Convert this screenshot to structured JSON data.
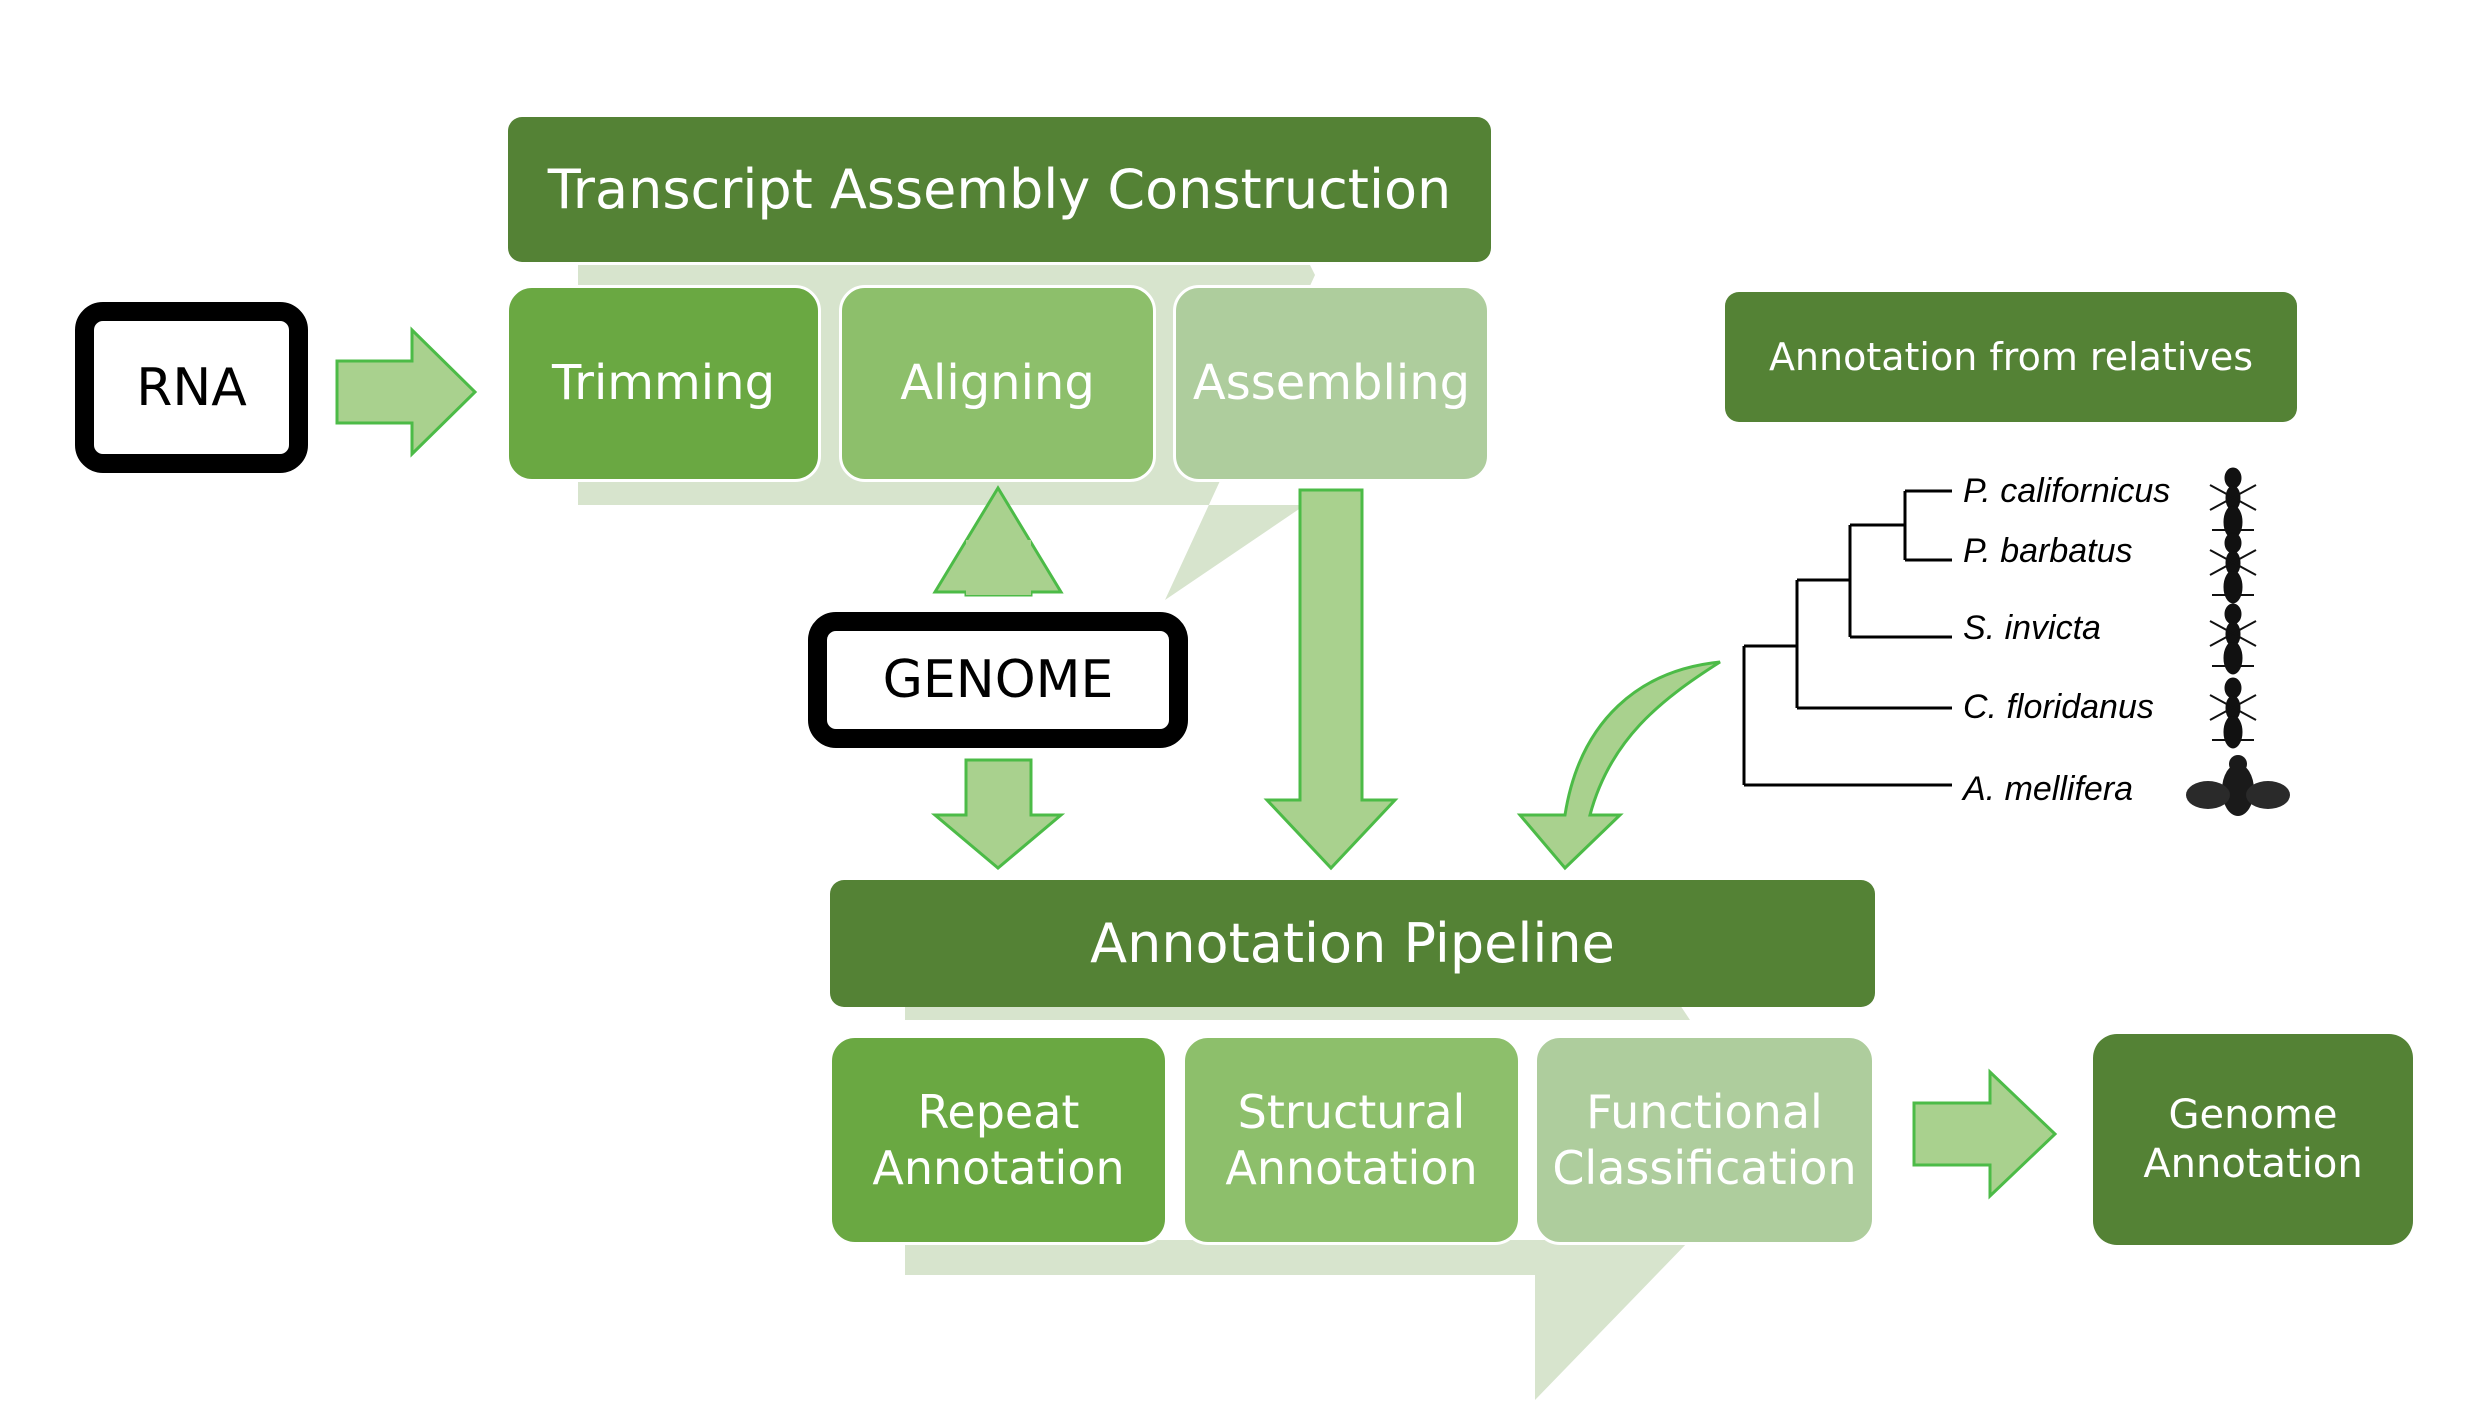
{
  "inputs": {
    "rna": "RNA",
    "genome": "GENOME"
  },
  "transcript_assembly": {
    "title": "Transcript Assembly Construction",
    "steps": [
      "Trimming",
      "Aligning",
      "Assembling"
    ]
  },
  "relatives": {
    "title": "Annotation from relatives",
    "species": [
      "P. californicus",
      "P. barbatus",
      "S. invicta",
      "C. floridanus",
      "A. mellifera"
    ]
  },
  "annotation_pipeline": {
    "title": "Annotation Pipeline",
    "steps": [
      {
        "line1": "Repeat",
        "line2": "Annotation"
      },
      {
        "line1": "Structural",
        "line2": "Annotation"
      },
      {
        "line1": "Functional",
        "line2": "Classification"
      }
    ]
  },
  "output": {
    "line1": "Genome",
    "line2": "Annotation"
  },
  "colors": {
    "dark_green": "#548235",
    "mid_green": "#6aa842",
    "light_green": "#8dbf6b",
    "pale_green": "#aecd9d",
    "chevron_bg": "#d7e4cd",
    "arrow_fill": "#a9d18e",
    "arrow_stroke": "#4cbb47"
  }
}
